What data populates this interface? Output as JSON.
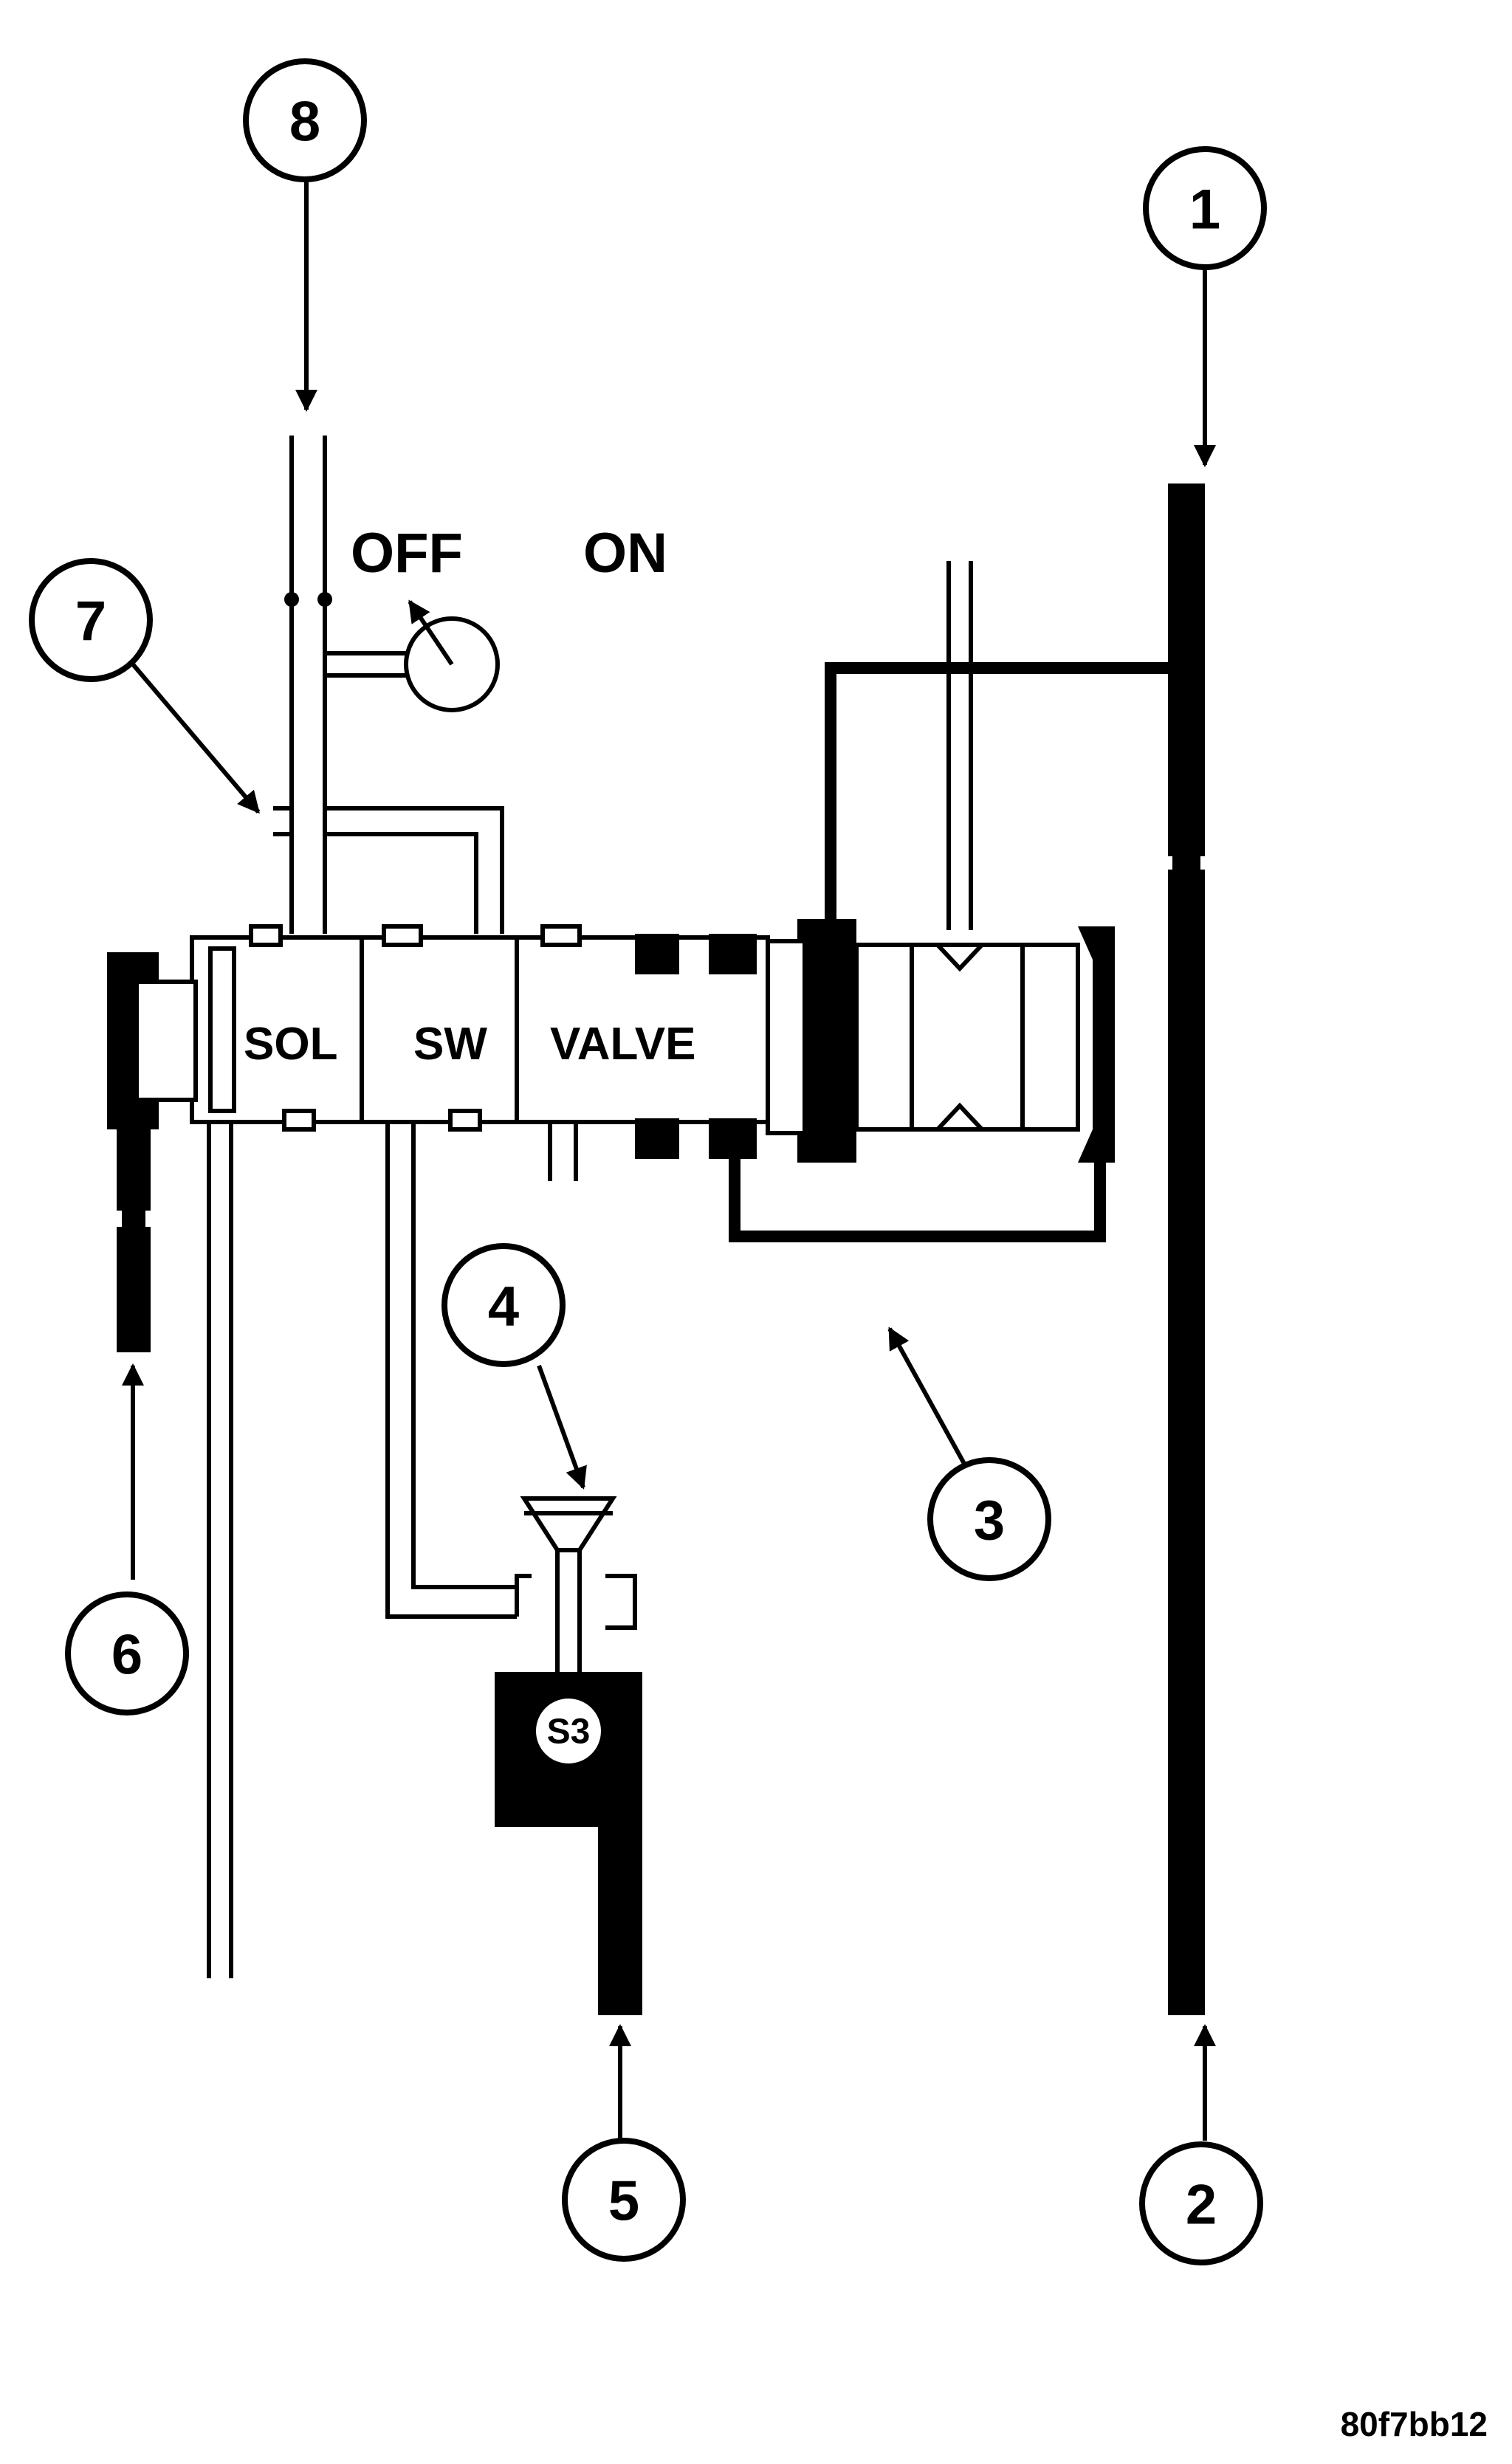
{
  "diagram": {
    "callouts": [
      "1",
      "2",
      "3",
      "4",
      "5",
      "6",
      "7",
      "8"
    ],
    "switch": {
      "off_label": "OFF",
      "on_label": "ON"
    },
    "valve_labels": {
      "sol": "SOL",
      "sw": "SW",
      "valve": "VALVE"
    },
    "solenoid_label": "S3",
    "figure_code": "80f7bb12",
    "colors": {
      "line": "#000000",
      "background": "#ffffff"
    }
  }
}
